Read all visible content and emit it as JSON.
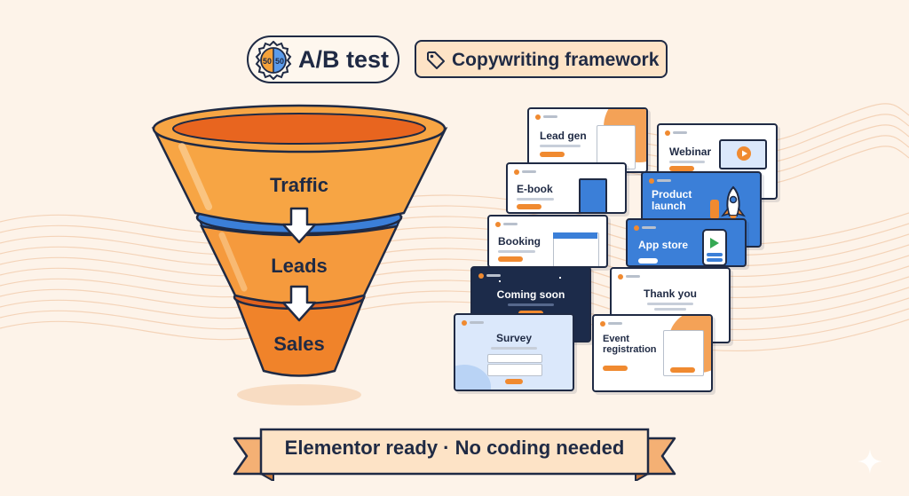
{
  "header": {
    "ab_badge": {
      "left": "50",
      "right": "50",
      "label": "A/B test"
    },
    "framework_badge": {
      "label": "Copywriting framework"
    }
  },
  "funnel": {
    "stages": [
      "Traffic",
      "Leads",
      "Sales"
    ]
  },
  "templates": {
    "lead_gen": "Lead gen",
    "webinar": "Webinar",
    "ebook": "E-book",
    "product_launch": "Product launch",
    "booking": "Booking",
    "app_store": "App store",
    "coming_soon": "Coming soon",
    "thank_you": "Thank you",
    "survey": "Survey",
    "event_registration": "Event registration"
  },
  "banner": {
    "text": "Elementor ready · No coding needed"
  },
  "colors": {
    "navy": "#1f2a44",
    "orange": "#f08a30",
    "blue": "#3b7fd8",
    "cream": "#fdf3e9"
  },
  "icons": [
    "tag-icon",
    "down-arrow-icon",
    "play-icon",
    "rocket-icon",
    "phone-icon",
    "sparkle-icon"
  ]
}
